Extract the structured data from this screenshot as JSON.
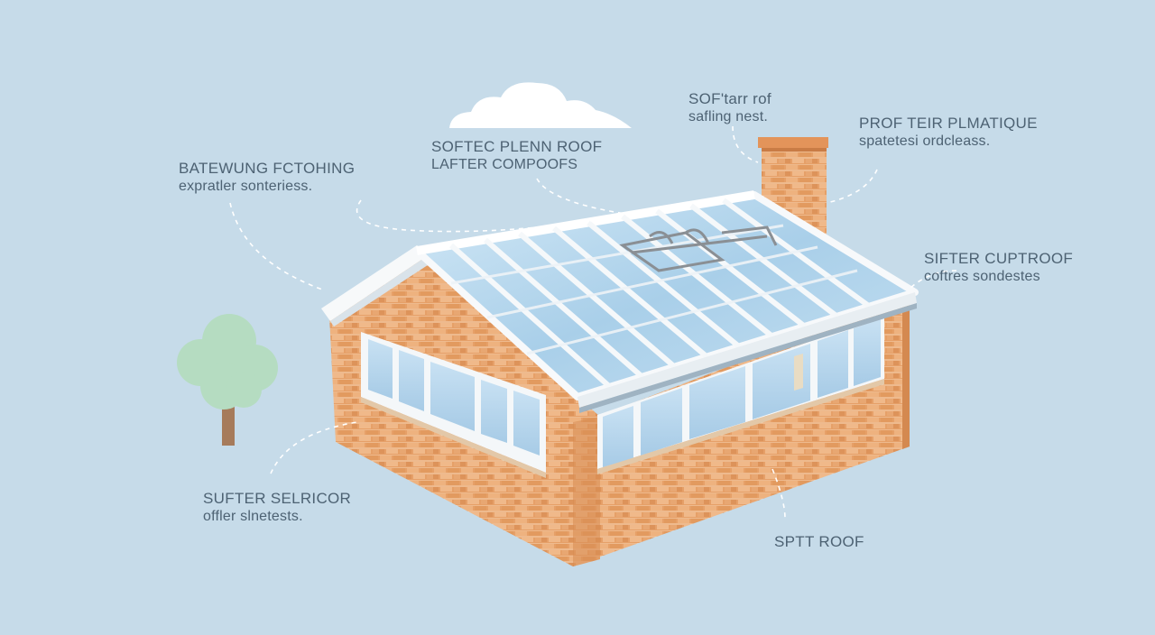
{
  "callouts": [
    {
      "title": "BATEWUNG FCTOHING",
      "sub": "expratler sonteriess."
    },
    {
      "title": "SOFTEC PLENN ROOF",
      "sub": "LAFTER COMPOOFS"
    },
    {
      "title": "SOF'tarr rof",
      "sub": "safling nest."
    },
    {
      "title": "PROF TEIR PLMATIQUE",
      "sub": "spatetesi ordcleass."
    },
    {
      "title": "SIFTER CUPTROOF",
      "sub": "coftres sondestes"
    },
    {
      "title": "SUFTER SELRICOR",
      "sub": "offler slnetests."
    },
    {
      "title": "SPTT ROOF",
      "sub": ""
    }
  ],
  "colors": {
    "background": "#c6dbe9",
    "brick": "#e7a56d",
    "glass": "#b8d8ee",
    "frame": "#f4f7f9",
    "tree_foliage": "#b5dcc1",
    "tree_trunk": "#a67b5b",
    "text": "#4d6273"
  }
}
